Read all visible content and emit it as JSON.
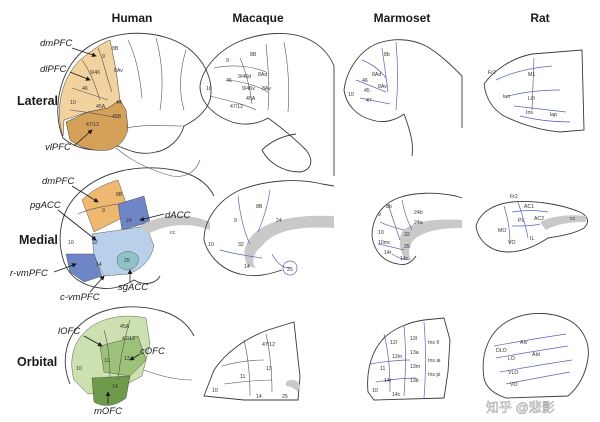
{
  "columns": [
    "Human",
    "Macaque",
    "Marmoset",
    "Rat"
  ],
  "rows": [
    "Lateral",
    "Medial",
    "Orbital"
  ],
  "colors": {
    "lateral_light": "#f2d3a0",
    "lateral_dark": "#d4a05a",
    "medial_orange": "#eeb870",
    "medial_blue": "#6f86c6",
    "medial_light_blue": "#b9d0ea",
    "medial_teal": "#8fc4c6",
    "orbital_light": "#cde0b0",
    "orbital_green": "#9cc27a",
    "orbital_dark": "#6f9a4c",
    "boundary_blue": "#5b62b8"
  },
  "callouts": {
    "lateral": [
      "dmPFC",
      "dlPFC",
      "vlPFC"
    ],
    "medial": [
      "dmPFC",
      "pgACC",
      "dACC",
      "r-vmPFC",
      "c-vmPFC",
      "sgACC"
    ],
    "orbital": [
      "lOFC",
      "cOFC",
      "mOFC"
    ]
  },
  "areas": {
    "human_lateral": [
      "8B",
      "9",
      "8Av",
      "9/46",
      "46",
      "10",
      "45A",
      "44",
      "47/12",
      "45B"
    ],
    "macaque_lateral": [
      "8B",
      "9",
      "8Ad",
      "9/46d",
      "46",
      "9/46v",
      "8Av",
      "10",
      "45A",
      "47/12"
    ],
    "marmoset_lateral": [
      "8b",
      "8Ad",
      "46",
      "45",
      "47",
      "10",
      "8Av"
    ],
    "rat_lateral": [
      "Fr2",
      "M1",
      "LO",
      "lao",
      "Ins",
      "lap"
    ],
    "human_medial": [
      "8B",
      "9",
      "24",
      "cc",
      "32",
      "10",
      "14",
      "25"
    ],
    "macaque_medial": [
      "9",
      "8B",
      "24",
      "32",
      "10",
      "14",
      "25"
    ],
    "marmoset_medial": [
      "8b",
      "9",
      "24b",
      "24a",
      "10",
      "32",
      "10mc",
      "14r",
      "25",
      "14c"
    ],
    "rat_medial": [
      "Fr2",
      "AC1",
      "AC2",
      "PL",
      "cc",
      "MO",
      "IL",
      "VO"
    ],
    "human_orbital": [
      "45A",
      "47/12",
      "10",
      "11",
      "13",
      "14"
    ],
    "macaque_orbital": [
      "47/12",
      "11",
      "13",
      "10",
      "14",
      "25"
    ],
    "marmoset_orbital": [
      "12l",
      "13l",
      "12m",
      "13a",
      "11",
      "13m",
      "14r",
      "13b",
      "10",
      "14c",
      "Ins Il",
      "Ins ai",
      "Ins pi"
    ],
    "rat_orbital": [
      "DLO",
      "AIv",
      "LO",
      "AId",
      "VLO",
      "VO"
    ]
  },
  "watermark": "知乎 @悲影"
}
